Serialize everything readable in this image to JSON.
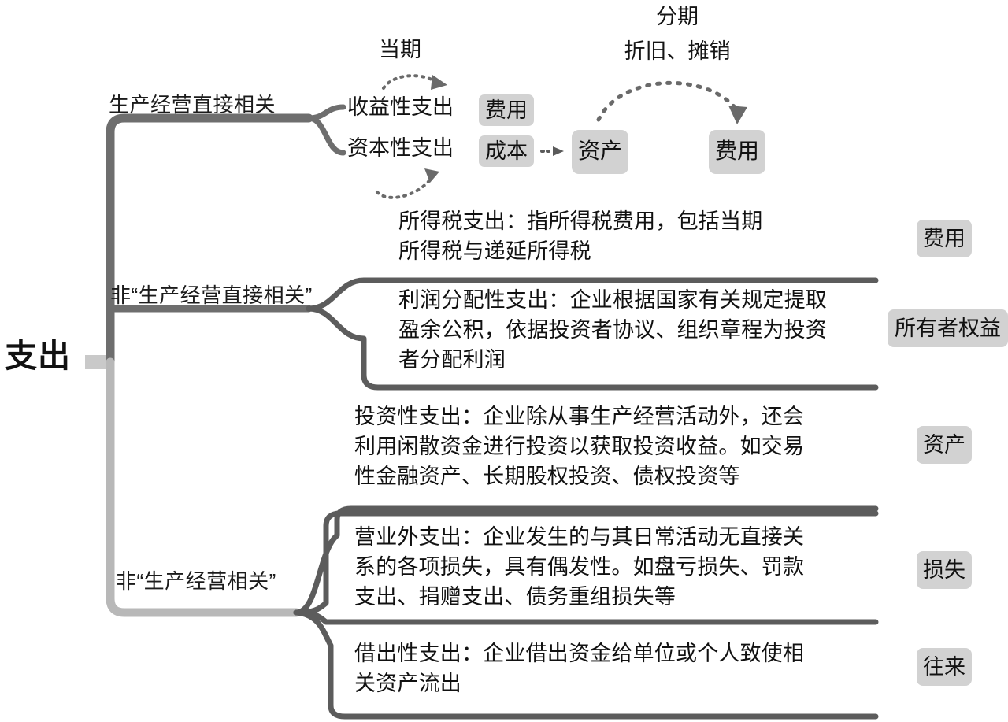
{
  "title": "支出 思维导图",
  "colors": {
    "chip_bg": "#d2d2d2",
    "trunk_dark": "#6e6e6e",
    "trunk_light": "#b8b8b8",
    "branch_stroke": "#5c5c5c",
    "text": "#111111",
    "background": "#ffffff"
  },
  "root": {
    "label": "支出"
  },
  "branches": [
    {
      "label": "生产经营直接相关"
    },
    {
      "label": "非“生产经营直接相关”"
    },
    {
      "label": "非“生产经营相关”"
    }
  ],
  "top_group": {
    "leaves": [
      {
        "label": "收益性支出"
      },
      {
        "label": "资本性支出"
      }
    ],
    "chips": [
      {
        "label": "费用"
      },
      {
        "label": "成本"
      },
      {
        "label": "资产"
      },
      {
        "label": "费用"
      }
    ],
    "captions": {
      "current_period": "当期",
      "installment": "分期",
      "depreciation_amortization": "折旧、摊销"
    }
  },
  "items": [
    {
      "key": "income_tax",
      "text": "所得税支出：指所得税费用，包括当期\n所得税与递延所得税"
    },
    {
      "key": "profit_distribution",
      "text": "利润分配性支出：企业根据国家有关规定提取\n盈余公积，依据投资者协议、组织章程为投资\n者分配利润"
    },
    {
      "key": "investment",
      "text": "投资性支出：企业除从事生产经营活动外，还会\n利用闲散资金进行投资以获取投资收益。如交易\n性金融资产、长期股权投资、债权投资等"
    },
    {
      "key": "non_operating",
      "text": "营业外支出：企业发生的与其日常活动无直接关\n系的各项损失，具有偶发性。如盘亏损失、罚款\n支出、捐赠支出、债务重组损失等"
    },
    {
      "key": "lending",
      "text": "借出性支出：企业借出资金给单位或个人致使相\n关资产流出"
    }
  ],
  "right_tags": [
    {
      "label": "费用"
    },
    {
      "label": "所有者权益"
    },
    {
      "label": "资产"
    },
    {
      "label": "损失"
    },
    {
      "label": "往来"
    }
  ]
}
